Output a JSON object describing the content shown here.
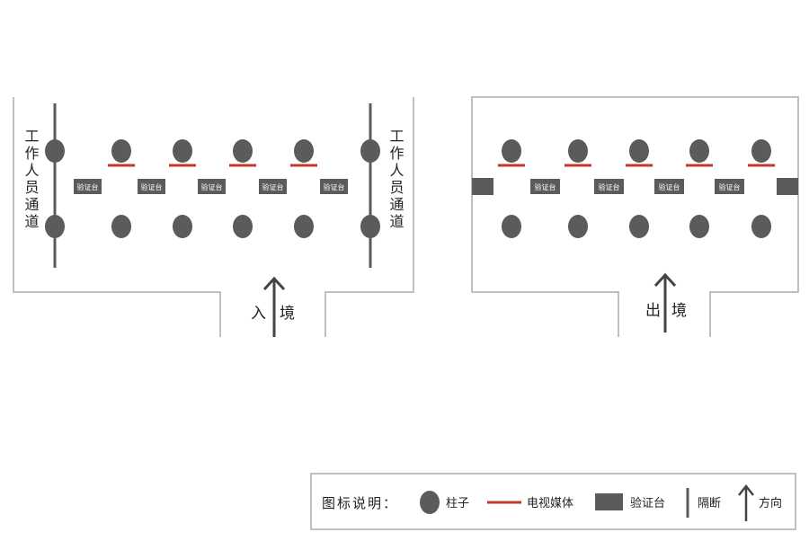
{
  "entry_hall": {
    "staff_channel_label": "工作人员通道",
    "direction_chars": [
      "入",
      "境"
    ],
    "booths": [
      "验证台",
      "验证台",
      "验证台",
      "验证台",
      "验证台"
    ]
  },
  "exit_hall": {
    "direction_chars": [
      "出",
      "境"
    ],
    "booths": [
      "验证台",
      "验证台",
      "验证台",
      "验证台"
    ]
  },
  "legend": {
    "title": "图标说明：",
    "items": [
      {
        "icon": "pillar-icon",
        "label": "柱子"
      },
      {
        "icon": "tv-media-icon",
        "label": "电视媒体"
      },
      {
        "icon": "booth-icon",
        "label": "验证台"
      },
      {
        "icon": "partition-icon",
        "label": "隔断"
      },
      {
        "icon": "direction-arrow-icon",
        "label": "方向"
      }
    ]
  },
  "colors": {
    "wall": "#aaaaaa",
    "pillar": "#5b5b5b",
    "tv_media": "#c0392b",
    "booth": "#5b5b5b",
    "partition": "#5b5b5b",
    "text": "#222222"
  }
}
